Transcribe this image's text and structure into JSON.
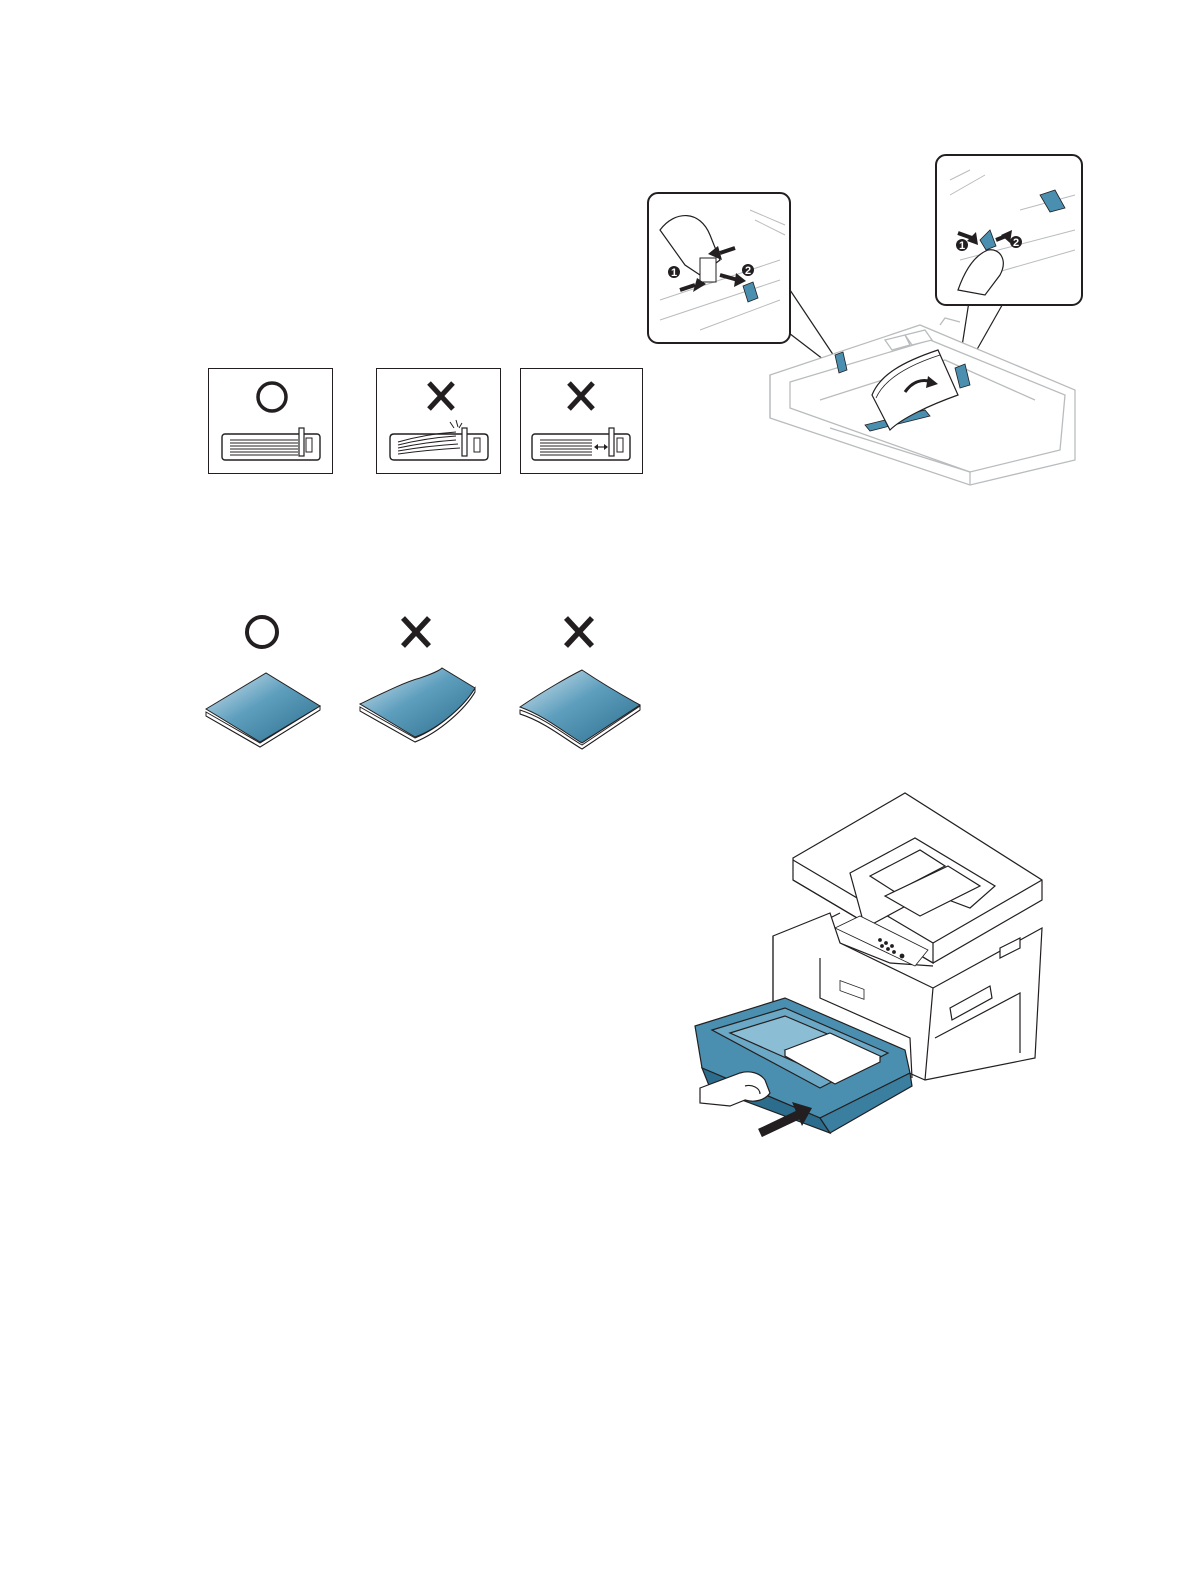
{
  "colors": {
    "accent": "#4a8fb0",
    "accent_dark": "#2c6d8d",
    "line": "#231f20",
    "outline_light": "#c9cbcc"
  },
  "icons": {
    "ok": "circle-o-mark",
    "bad": "x-mark"
  },
  "callouts": {
    "step1": "1",
    "step2": "2"
  },
  "tray_fill_panels": [
    {
      "mark": "ok",
      "depicts": "paper-stack-correct-guide"
    },
    {
      "mark": "bad",
      "depicts": "paper-stack-bulging-guide-too-tight"
    },
    {
      "mark": "bad",
      "depicts": "paper-stack-guide-gap"
    }
  ],
  "paper_flatness": [
    {
      "mark": "ok",
      "depicts": "flat-paper-stack"
    },
    {
      "mark": "bad",
      "depicts": "curled-edge-paper-stack"
    },
    {
      "mark": "bad",
      "depicts": "bent-paper-stack"
    }
  ]
}
